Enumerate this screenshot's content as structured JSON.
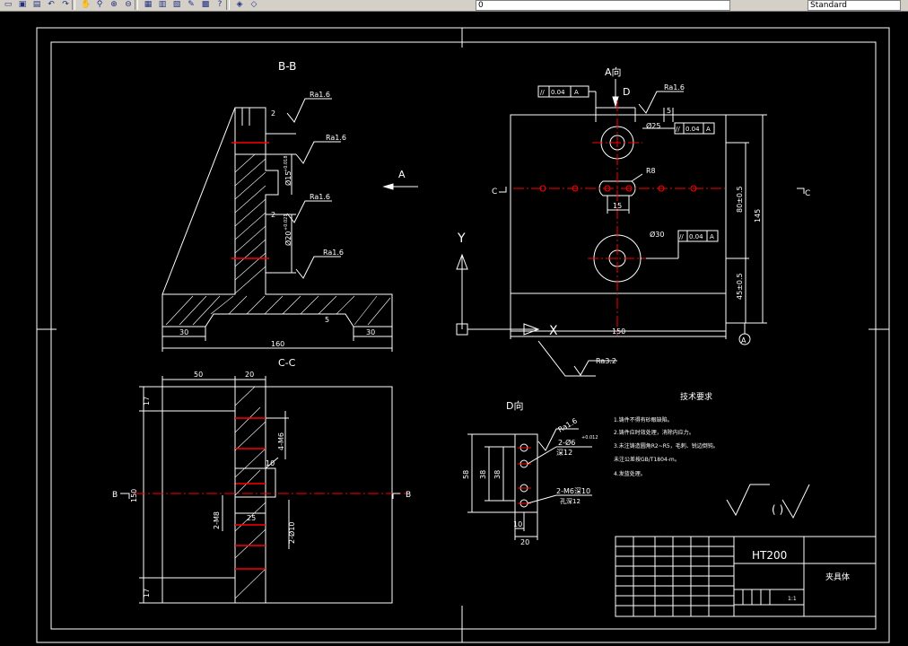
{
  "toolbar": {
    "icons": [
      "open-icon",
      "save-icon",
      "print-icon",
      "undo-icon",
      "redo-icon",
      "pan-icon",
      "zoom-realtime-icon",
      "zoom-window-icon",
      "zoom-previous-icon",
      "properties-icon",
      "design-center-icon",
      "tool-palettes-icon",
      "markup-icon",
      "calculator-icon",
      "help-icon",
      "layer-icon",
      "layer-state-icon"
    ],
    "layer_value": "0",
    "style_value": "Standard"
  },
  "colors": {
    "line": "#ffffff",
    "center": "#ff0000",
    "background": "#000000"
  },
  "views": {
    "section_bb": {
      "title": "B-B",
      "roughness": [
        "Ra1.6",
        "Ra1.6",
        "Ra1.6",
        "Ra1.6"
      ],
      "dims": [
        "2",
        "2",
        "5",
        "30",
        "30",
        "160"
      ],
      "tolerance_1": "Ø15",
      "tolerance_1_sup": "+0.018",
      "tolerance_2": "Ø20",
      "tolerance_2_sup": "+0.021"
    },
    "view_arrow_a": "A",
    "front_view": {
      "title": "A向",
      "label_d": "D",
      "geo_tol_1": [
        "//",
        "0.04",
        "A"
      ],
      "geo_tol_2": [
        "//",
        "0.04",
        "A"
      ],
      "geo_tol_3": [
        "//",
        "0.04",
        "A"
      ],
      "roughness": "Ra1.6",
      "dims": [
        "5",
        "Ø25",
        "R8",
        "15",
        "Ø30",
        "80±0.5",
        "145",
        "45±0.5",
        "150"
      ],
      "section_c_left": "C",
      "section_c_right": "C",
      "datum": "A",
      "ucs_y": "Y",
      "ucs_x": "X",
      "roughness_bottom": "Ra3.2"
    },
    "section_cc": {
      "title": "C-C",
      "dims": [
        "50",
        "20",
        "17",
        "150",
        "17",
        "10",
        "25"
      ],
      "labels": [
        "4-M6",
        "2-M8",
        "2-Ø10"
      ],
      "section_b_left": "B",
      "section_b_right": "B"
    },
    "view_d": {
      "title": "D向",
      "roughness": "Ra1.6",
      "dims": [
        "58",
        "38",
        "10",
        "20"
      ],
      "hole_1": "2-Ø6",
      "hole_1_sup": "+0.012",
      "hole_1_note": "深12",
      "hole_2": "2-M6深10",
      "hole_2_note": "孔深12"
    }
  },
  "tech_req": {
    "title": "技术要求",
    "items": [
      "1.铸件不得有砂眼缺陷。",
      "2.铸件应时效处理，消除内应力。",
      "3.未注铸造圆角R2~R5，毛刺、锐边倒钝。",
      "未注公差按GB/T1804-m。",
      "4.发蓝处理。"
    ]
  },
  "roughness_symbol_text": "( )",
  "title_block": {
    "material": "HT200",
    "part_name": "夹具体",
    "scale": "1:1"
  }
}
